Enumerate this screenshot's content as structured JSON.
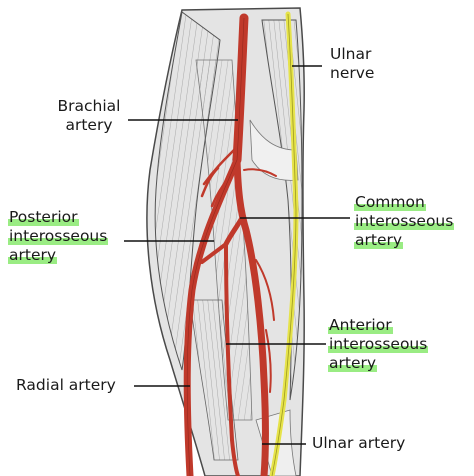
{
  "labels": {
    "ulnar_nerve": [
      "Ulnar",
      "nerve"
    ],
    "brachial_artery": [
      "Brachial",
      "artery"
    ],
    "posterior_interosseous_artery": [
      "Posterior",
      "interosseous",
      "artery"
    ],
    "common_interosseous_artery": [
      "Common",
      "interosseous",
      "artery"
    ],
    "anterior_interosseous_artery": [
      "Anterior",
      "interosseous",
      "artery"
    ],
    "radial_artery": "Radial artery",
    "ulnar_artery": "Ulnar artery"
  },
  "colors": {
    "artery": "#c0392b",
    "nerve": "#e6e34a",
    "highlight": "#8fe86a",
    "muscle_tissue": "#d9d9d9",
    "ink": "#1a1a1a"
  }
}
